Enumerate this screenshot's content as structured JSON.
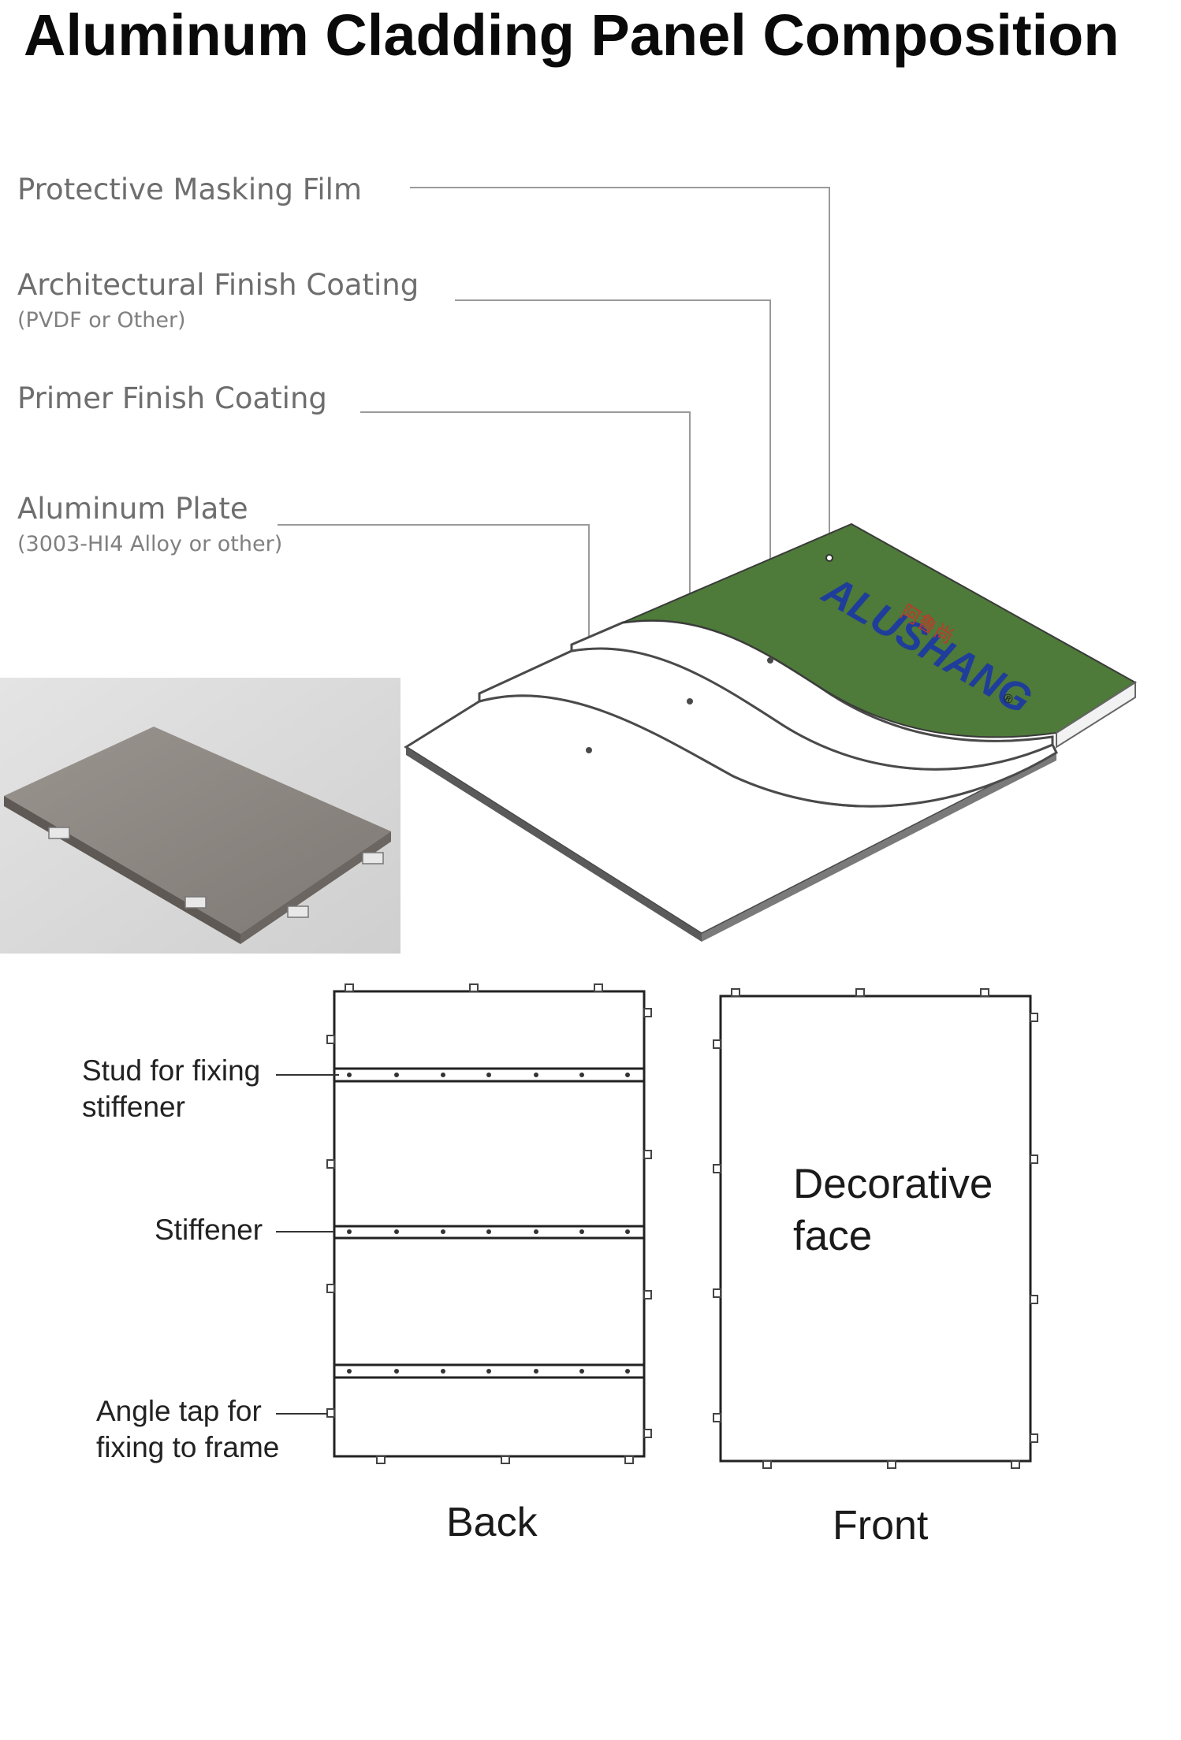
{
  "title": "Aluminum Cladding Panel Composition",
  "layers": [
    {
      "name": "Protective Masking Film",
      "note": ""
    },
    {
      "name": "Architectural Finish Coating",
      "note": "(PVDF or Other)"
    },
    {
      "name": "Primer Finish Coating",
      "note": ""
    },
    {
      "name": "Aluminum Plate",
      "note": "(3003-HI4 Alloy or other)"
    }
  ],
  "logo": {
    "text": "ALUSHANG",
    "chinese": "阿鲁尚",
    "color": "#1f3d9a",
    "registered": "®"
  },
  "colors": {
    "film": "#4e7a3a",
    "logo": "#1f3d9a",
    "panel": "#8a8480"
  },
  "back_labels": {
    "stud_line1": "Stud for fixing",
    "stud_line2": "stiffener",
    "stiffener": "Stiffener",
    "angle_line1": "Angle tap for",
    "angle_line2": "fixing to frame"
  },
  "front_labels": {
    "line1": "Decorative",
    "line2": "face"
  },
  "views": {
    "back": "Back",
    "front": "Front"
  }
}
